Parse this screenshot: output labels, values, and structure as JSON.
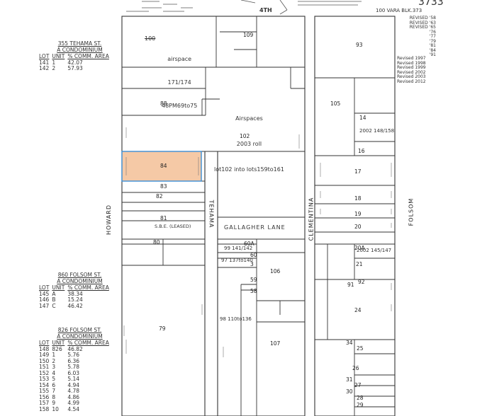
{
  "header": {
    "block_number": "3733",
    "vara_block": "100 VARA BLK.373",
    "street_north": "4TH",
    "revised_right": [
      "REVISED '58",
      "REVISED '63",
      "REVISED '65"
    ],
    "revised_years_small": [
      "'76",
      "'77",
      "'79",
      "'81",
      "'84",
      "'91"
    ],
    "revised_list": [
      "Revised 1997",
      "Revised 1998",
      "Revised 1999",
      "Revised 2002",
      "Revised 2003",
      "Revised 2012"
    ]
  },
  "streets": {
    "howard": "HOWARD",
    "tehama": "TEHAMA",
    "gallagher": "GALLAGHER LANE",
    "clementina": "CLEMENTINA",
    "folsom": "FOLSOM"
  },
  "annotations": {
    "airspace_1": [
      "airspace",
      "171/174",
      "48PM69to75"
    ],
    "airspace_2": [
      "Airspaces",
      "2003 roll",
      "lot102 into lots159to161"
    ],
    "lot_number_crossed": "100",
    "sbe": "S.B.E. (LEASED)",
    "roll_2002_a": "2002 148/158",
    "roll_2002_b": "2002 145/147",
    "range_99": "99 141/142",
    "range_97": "97 137to140",
    "range_98": "98 110to136"
  },
  "lots": {
    "l84": "84",
    "l88": "88",
    "l83": "83",
    "l82": "82",
    "l81": "81",
    "l80": "80",
    "l79": "79",
    "l102": "102",
    "l109": "109",
    "l93": "93",
    "l105": "105",
    "l14": "14",
    "l16": "16",
    "l17": "17",
    "l18": "18",
    "l19": "19",
    "l20": "20",
    "l20a": "20A",
    "l21": "21",
    "l91": "91",
    "l92": "92",
    "l24": "24",
    "l34": "34",
    "l25": "25",
    "l26": "26",
    "l31": "31",
    "l27": "27",
    "l30": "30",
    "l28": "28",
    "l29": "29",
    "l106": "106",
    "l107": "107",
    "l59": "59",
    "l58": "58",
    "l60": "60",
    "l60a": "60A",
    "l3": "3"
  },
  "condos": [
    {
      "title": "355 TEHAMA ST.",
      "subtitle": "A CONDOMINIUM",
      "headers": [
        "LOT",
        "UNIT",
        "% COMM. AREA"
      ],
      "rows": [
        [
          "141",
          "1",
          "42.07"
        ],
        [
          "142",
          "2",
          "57.93"
        ]
      ]
    },
    {
      "title": "860 FOLSOM ST.",
      "subtitle": "A CONDOMINIUM",
      "headers": [
        "LOT",
        "UNIT",
        "% COMM. AREA"
      ],
      "rows": [
        [
          "145",
          "A",
          "38.34"
        ],
        [
          "146",
          "B",
          "15.24"
        ],
        [
          "147",
          "C",
          "46.42"
        ]
      ]
    },
    {
      "title": "826 FOLSOM ST.",
      "subtitle": "A CONDOMINIUM",
      "headers": [
        "LOT",
        "UNIT",
        "% COMM. AREA"
      ],
      "rows": [
        [
          "148",
          "826",
          "46.82"
        ],
        [
          "149",
          "1",
          "5.76"
        ],
        [
          "150",
          "2",
          "6.36"
        ],
        [
          "151",
          "3",
          "5.78"
        ],
        [
          "152",
          "4",
          "6.03"
        ],
        [
          "153",
          "5",
          "5.14"
        ],
        [
          "154",
          "6",
          "4.94"
        ],
        [
          "155",
          "7",
          "4.78"
        ],
        [
          "156",
          "8",
          "4.86"
        ],
        [
          "157",
          "9",
          "4.99"
        ],
        [
          "158",
          "10",
          "4.54"
        ]
      ]
    }
  ],
  "colors": {
    "highlight_fill": "#f5c9a6",
    "highlight_stroke": "#3b8fd6",
    "line": "#333333"
  }
}
